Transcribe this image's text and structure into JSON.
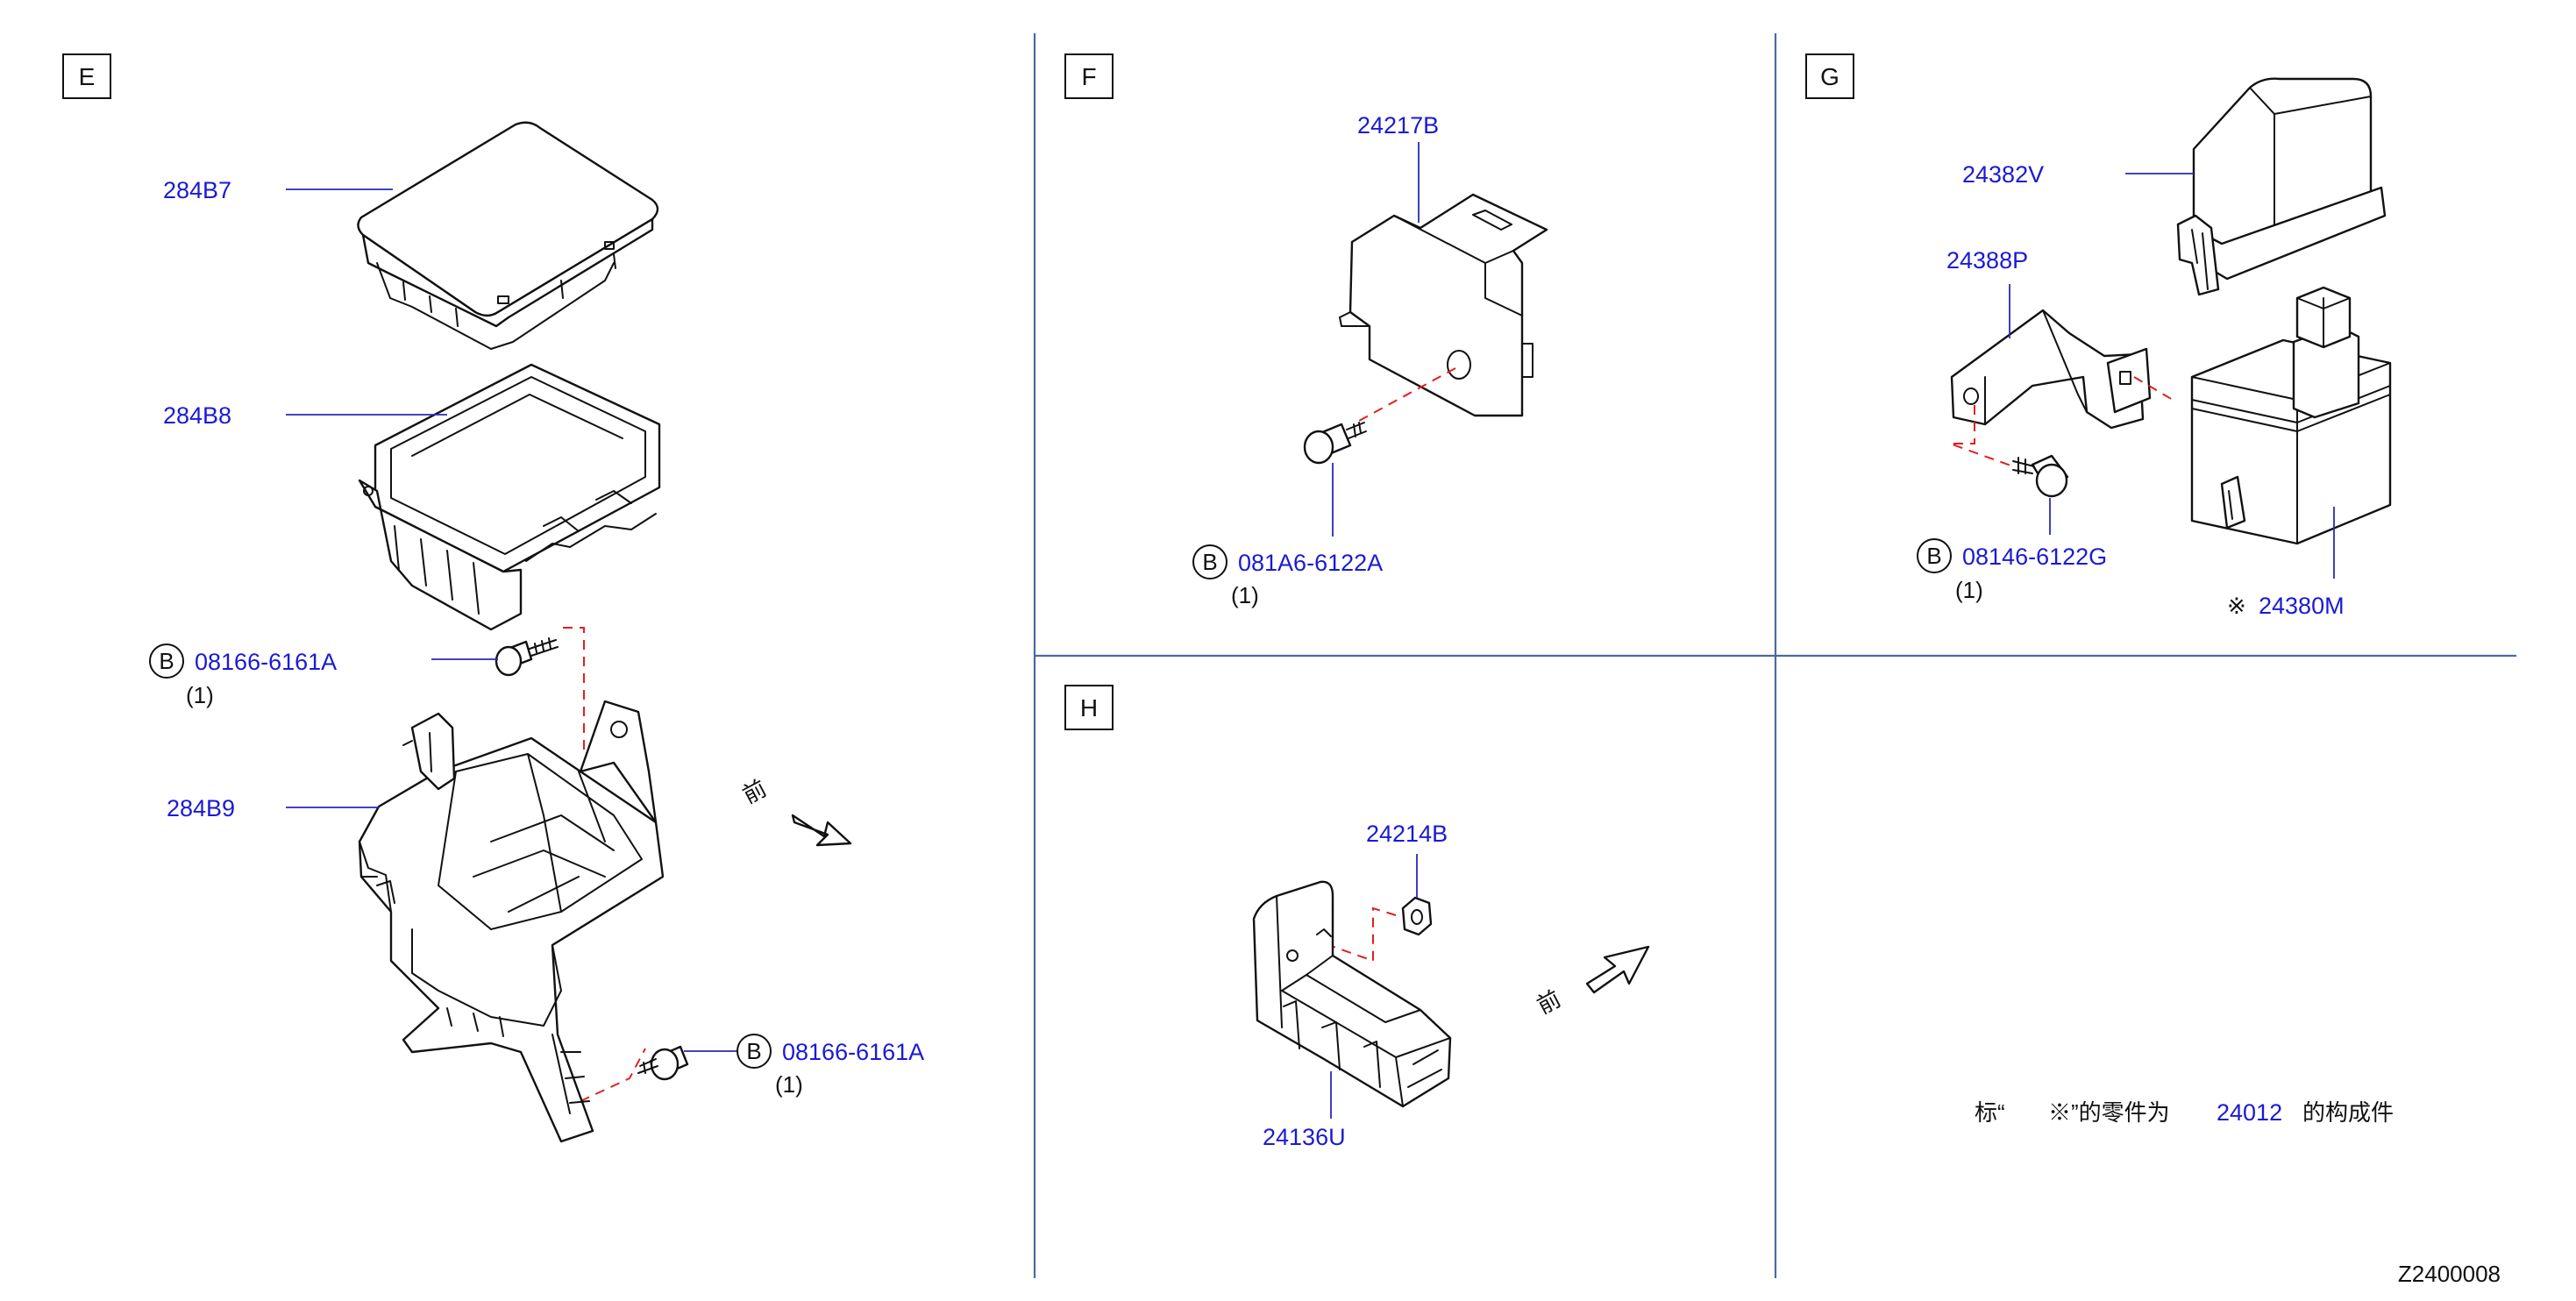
{
  "sections": {
    "e": "E",
    "f": "F",
    "g": "G",
    "h": "H"
  },
  "parts": {
    "e_top_cover": "284B7",
    "e_upper_box": "284B8",
    "e_bracket": "284B9",
    "f_bracket": "24217B",
    "g_cover": "24382V",
    "g_bracket": "24388P",
    "g_box": "24380M",
    "h_nut": "24214B",
    "h_holder": "24136U"
  },
  "bolts": {
    "e_bolt_1": {
      "code": "08166-6161A",
      "qty": "(1)",
      "badge": "B"
    },
    "e_bolt_2": {
      "code": "08166-6161A",
      "qty": "(1)",
      "badge": "B"
    },
    "f_bolt": {
      "code": "081A6-6122A",
      "qty": "(1)",
      "badge": "B"
    },
    "g_bolt": {
      "code": "08146-6122G",
      "qty": "(1)",
      "badge": "B"
    }
  },
  "front_label": "前",
  "kome_mark": "※",
  "note": {
    "prefix": "标“",
    "mark": "※”的零件为",
    "ref": "24012",
    "suffix": "的构成件"
  },
  "diagram_code": "Z2400008",
  "colors": {
    "label": "#1a1ad6",
    "divider": "#4a6aa0",
    "dash": "#e02020",
    "line": "#111111"
  }
}
